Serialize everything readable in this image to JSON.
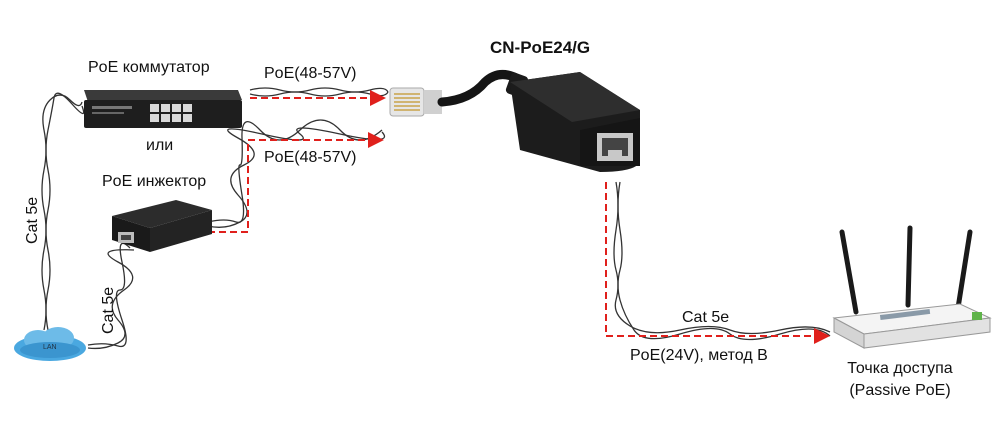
{
  "title": "CN-PoE24/G",
  "labels": {
    "switch": "PoE коммутатор",
    "or": "или",
    "injector": "PoE инжектор",
    "poe_top": "PoE(48-57V)",
    "poe_mid": "PoE(48-57V)",
    "cat_left": "Cat 5e",
    "cat_injector": "Cat 5e",
    "cat_output": "Cat 5e",
    "poe_out": "PoE(24V), метод B",
    "ap_line1": "Точка доступа",
    "ap_line2": "(Passive PoE)",
    "lan": "LAN"
  },
  "colors": {
    "arrow": "#e0201c",
    "cable": "#333333",
    "device": "#1e1e1e",
    "cloud": "#4aa8e0"
  }
}
